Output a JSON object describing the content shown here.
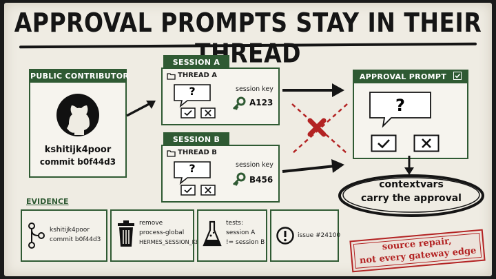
{
  "title": "APPROVAL PROMPTS STAY IN THEIR THREAD",
  "contributor": {
    "tab_label": "PUBLIC CONTRIBUTOR",
    "username": "kshitijk4poor",
    "commit": "commit b0f44d3",
    "icon": "github-octocat-icon"
  },
  "session_a": {
    "tab_label": "SESSION A",
    "thread_label": "THREAD A",
    "key_label": "session key",
    "key_value": "A123"
  },
  "session_b": {
    "tab_label": "SESSION B",
    "thread_label": "THREAD B",
    "key_label": "session key",
    "key_value": "B456"
  },
  "approval": {
    "tab_label": "APPROVAL PROMPT"
  },
  "question_mark": "?",
  "mechanism": {
    "line1": "contextvars",
    "line2": "carry the approval"
  },
  "evidence": {
    "heading": "EVIDENCE",
    "items": [
      {
        "icon": "git-commit-icon",
        "line1": "kshitijk4poor",
        "line2": "commit b0f44d3"
      },
      {
        "icon": "trash-icon",
        "line1": "remove",
        "line2": "process-global",
        "line3": "HERMES_SESSION_KEY"
      },
      {
        "icon": "flask-icon",
        "line1": "tests:",
        "line2": "session A",
        "line3": "!= session B"
      },
      {
        "icon": "alert-circle-icon",
        "line1": "issue #24100"
      }
    ]
  },
  "stamp": {
    "line1": "source repair,",
    "line2": "not every gateway edge"
  },
  "colors": {
    "green": "#2f5a33",
    "red": "#b32323",
    "ink": "#151515",
    "paper": "#efece3"
  }
}
